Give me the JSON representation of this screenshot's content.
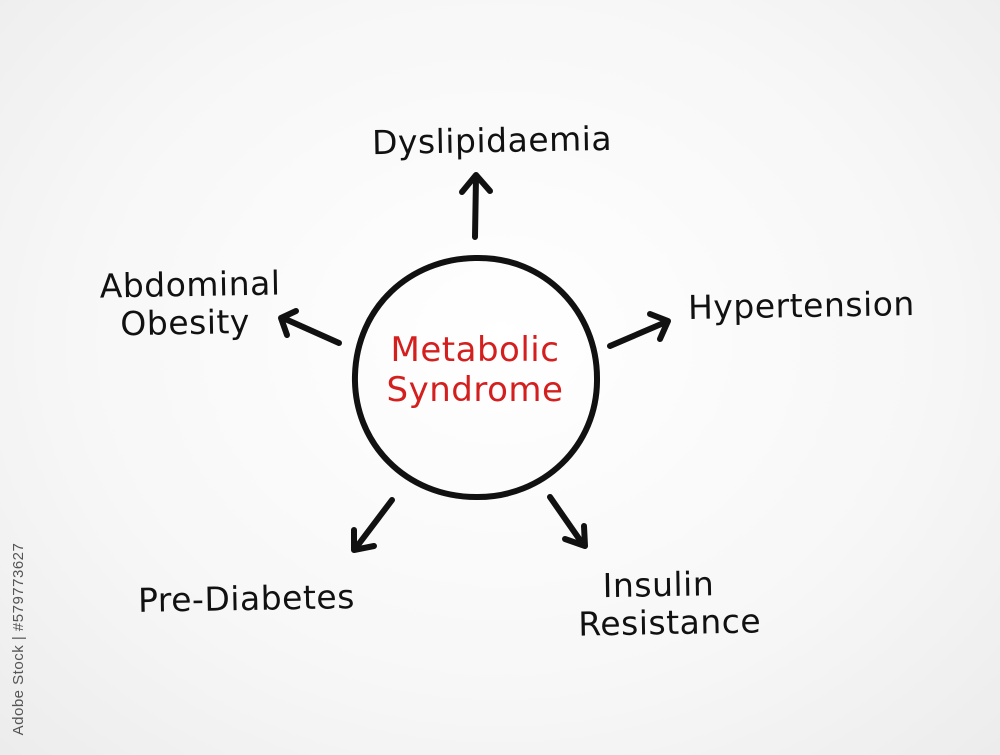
{
  "center": {
    "line1": "Metabolic",
    "line2": "Syndrome",
    "color": "#d41f1f"
  },
  "nodes": {
    "dyslipidaemia": {
      "lines": [
        "Dyslipidaemia"
      ]
    },
    "hypertension": {
      "lines": [
        "Hypertension"
      ]
    },
    "abdominal_obesity": {
      "lines": [
        "Abdominal",
        "Obesity"
      ]
    },
    "pre_diabetes": {
      "lines": [
        "Pre-Diabetes"
      ]
    },
    "insulin_resistance": {
      "lines": [
        "Insulin",
        "Resistance"
      ]
    }
  },
  "stock_text": "Adobe Stock | #579773627"
}
